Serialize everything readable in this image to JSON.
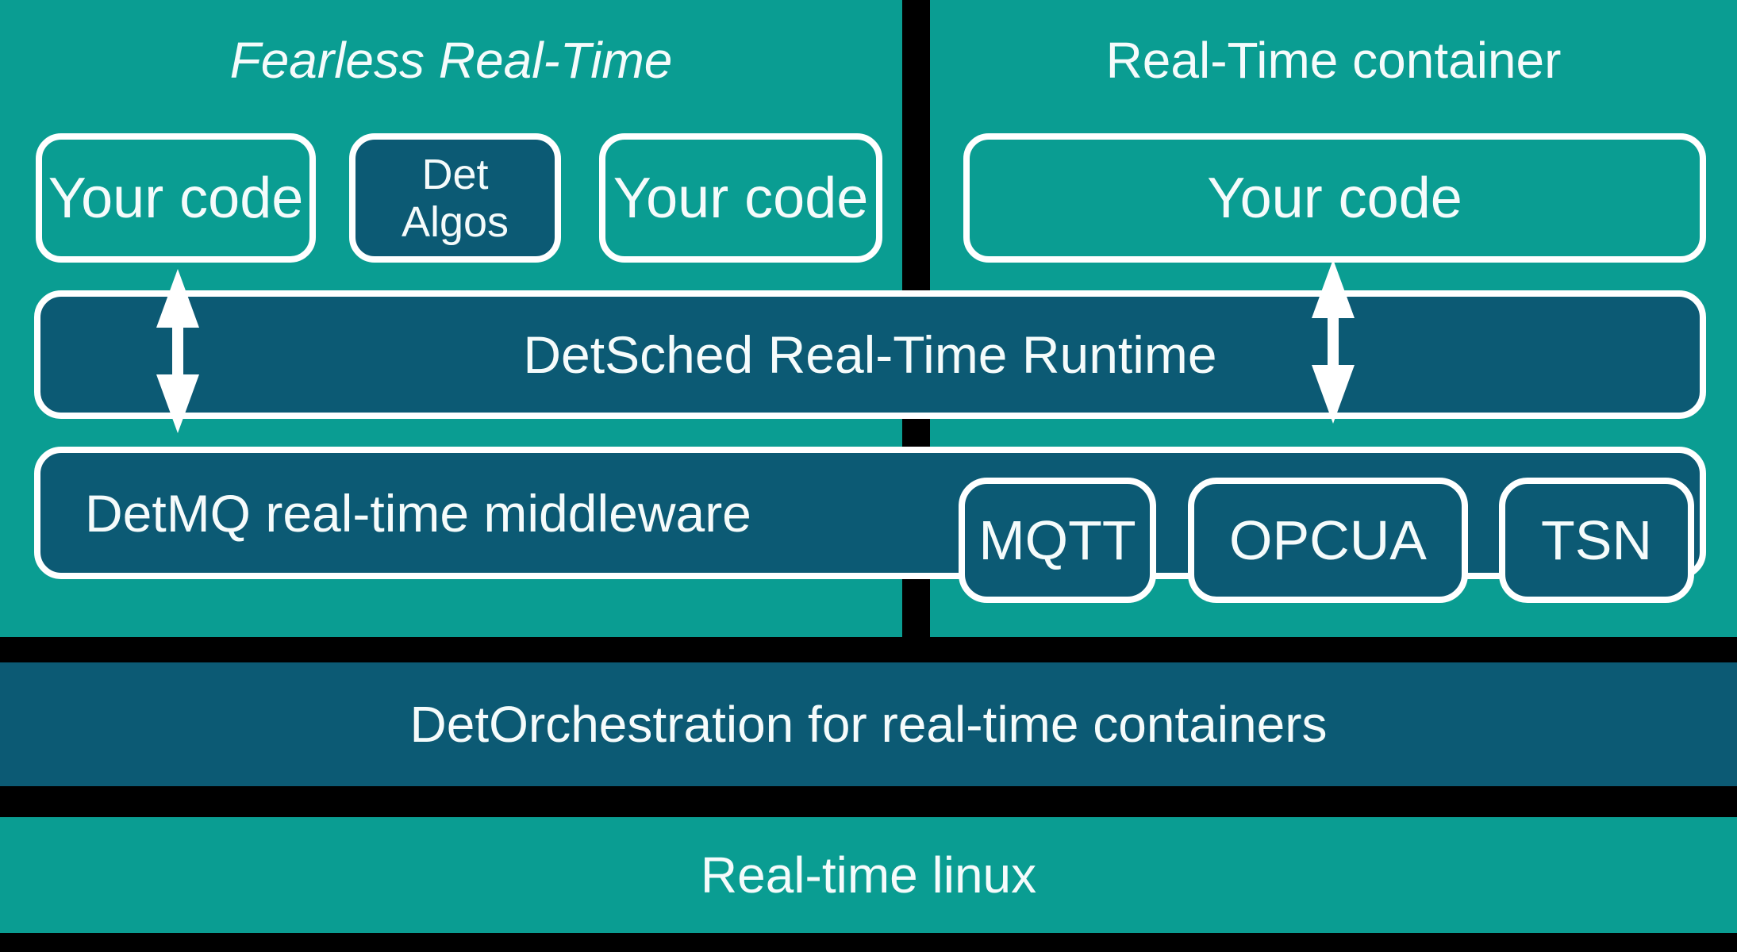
{
  "colors": {
    "background": "#000000",
    "panel_teal": "#0A9D92",
    "box_dark": "#0C5A74",
    "border_white": "#FFFFFF",
    "text": "#F5FBFB"
  },
  "left_panel": {
    "title": "Fearless Real-Time",
    "boxes": [
      {
        "label": "Your code"
      },
      {
        "line1": "Det",
        "line2": "Algos"
      },
      {
        "label": "Your code"
      }
    ]
  },
  "right_panel": {
    "title": "Real-Time container",
    "box": {
      "label": "Your code"
    }
  },
  "bands": {
    "detsched": {
      "label": "DetSched Real-Time Runtime"
    },
    "detmq": {
      "label": "DetMQ real-time middleware",
      "protocols": [
        "MQTT",
        "OPCUA",
        "TSN"
      ]
    },
    "orchestration": {
      "label": "DetOrchestration for real-time containers"
    },
    "linux": {
      "label": "Real-time linux"
    }
  }
}
